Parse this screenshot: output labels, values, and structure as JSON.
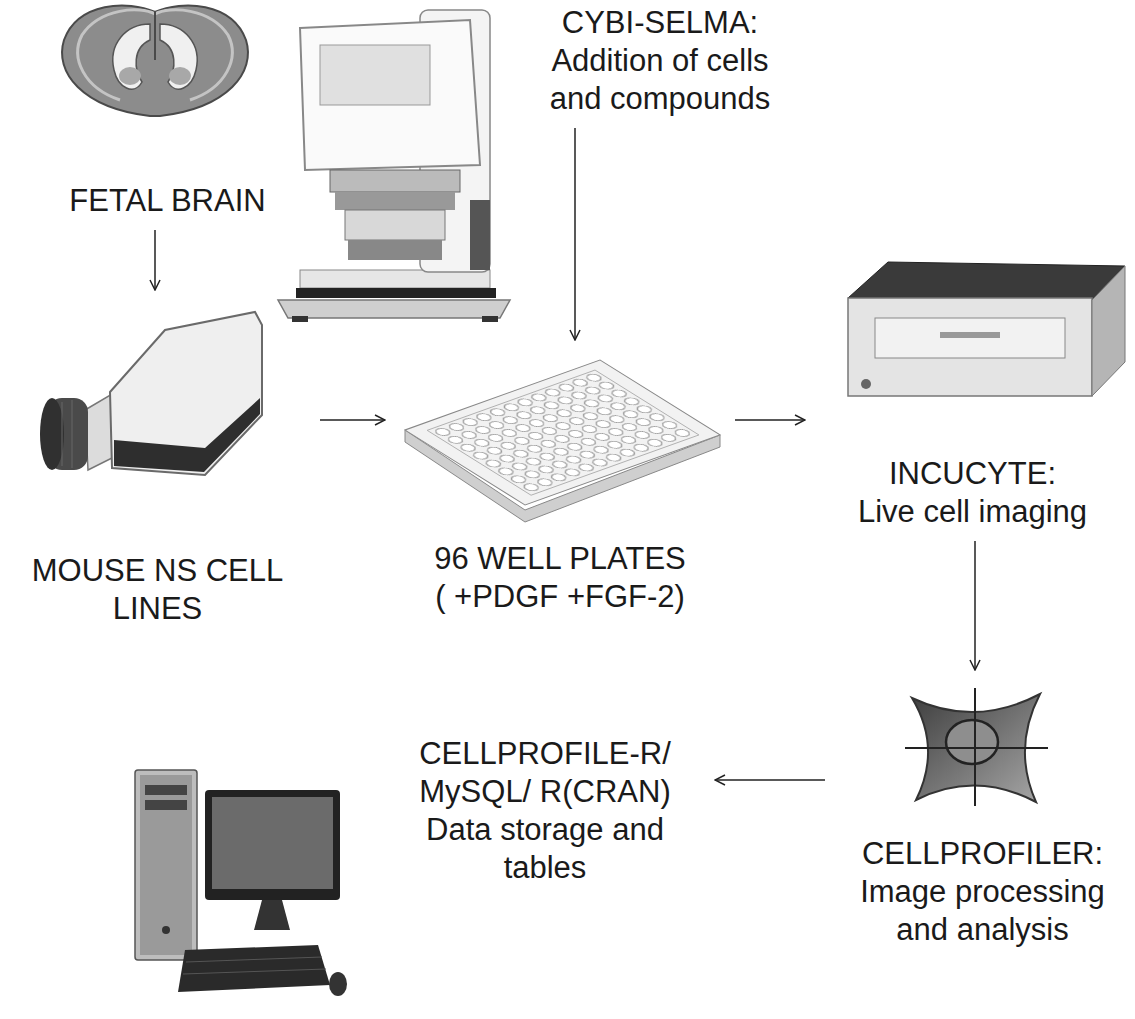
{
  "diagram": {
    "nodes": [
      {
        "text": [
          "FETAL BRAIN"
        ]
      },
      {
        "text": [
          "CYBI-SELMA:",
          "Addition of cells and compounds"
        ]
      },
      {
        "text": [
          "MOUSE NS CELL LINES"
        ]
      },
      {
        "text": [
          "96 WELL PLATES ( +PDGF +FGF-2)"
        ]
      },
      {
        "text": [
          "INCUCYTE:",
          "Live cell imaging"
        ]
      },
      {
        "text": [
          "CELLPROFILER:",
          "Image processing and analysis"
        ]
      },
      {
        "text": [
          "CELLPROFILE-R/ MySQL/ R(CRAN) Data storage and tables"
        ]
      }
    ],
    "edges": [
      {
        "from": 0,
        "to": 2,
        "arrow": "to"
      },
      {
        "from": 1,
        "to": 3,
        "arrow": "to"
      },
      {
        "from": 2,
        "to": 3,
        "arrow": "to"
      },
      {
        "from": 3,
        "to": 4,
        "arrow": "to"
      },
      {
        "from": 4,
        "to": 5,
        "arrow": "to"
      },
      {
        "from": 5,
        "to": 6,
        "arrow": "to"
      }
    ]
  }
}
